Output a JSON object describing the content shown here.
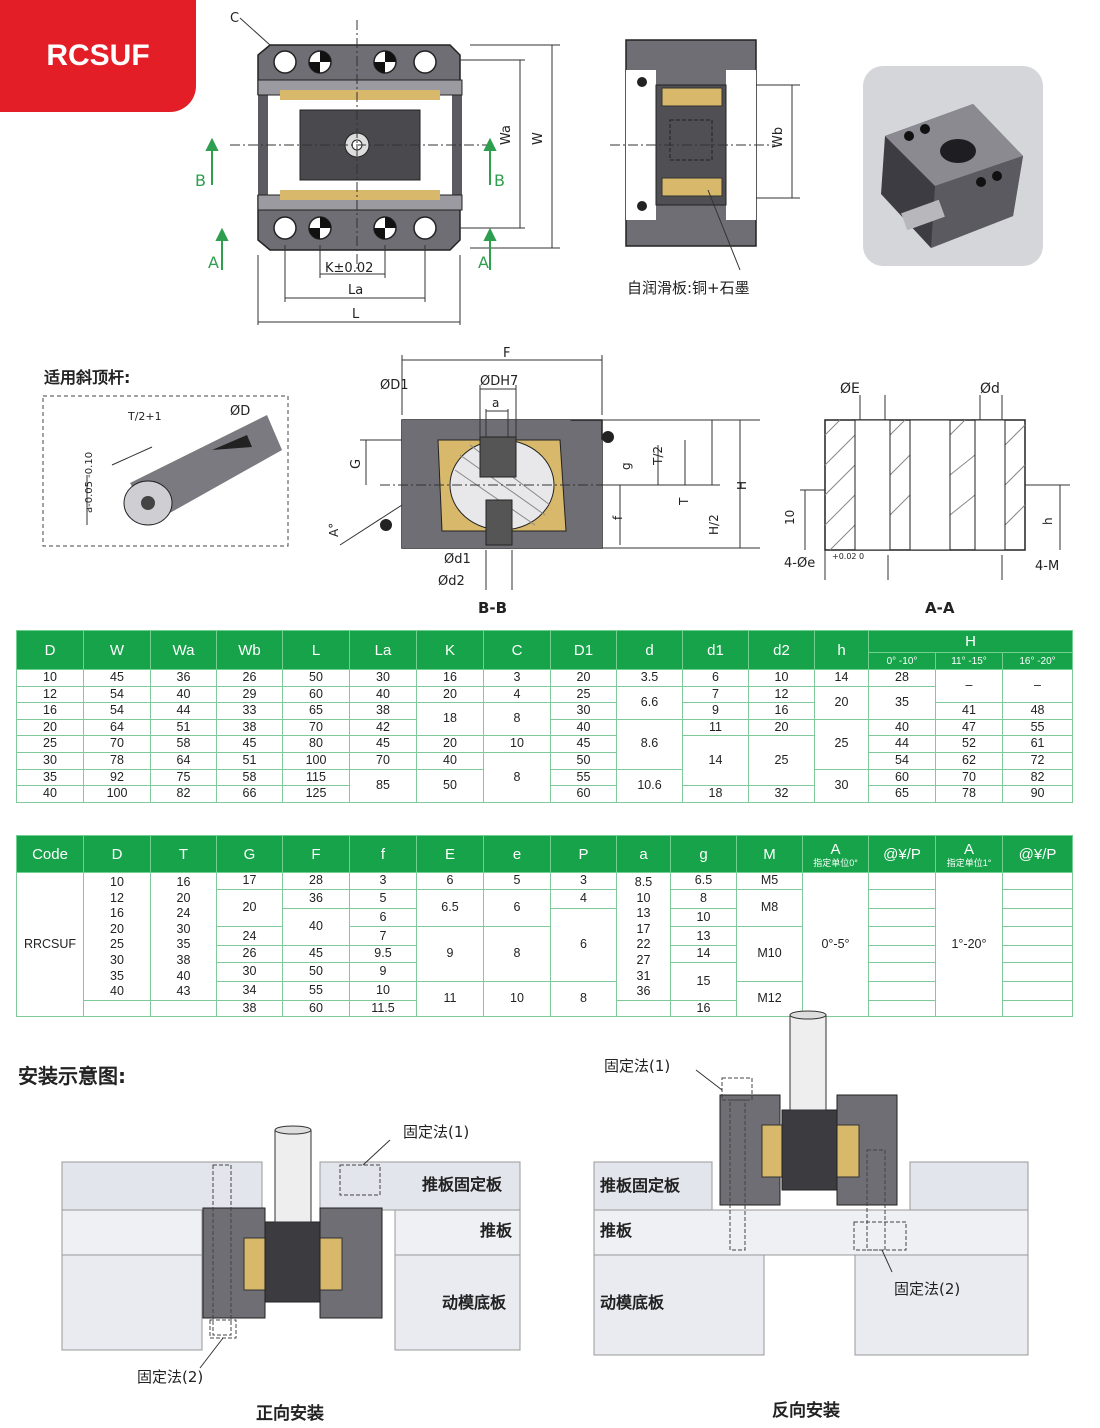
{
  "brand": "RCSUF",
  "drawing": {
    "labels_top": {
      "C": "C",
      "B": "B",
      "A": "A",
      "K": "K±0.02",
      "La": "La",
      "L": "L",
      "Wa": "Wa",
      "W": "W",
      "Wb": "Wb"
    },
    "slide_plate_note": "自润滑板:铜+石墨",
    "applicable_title": "适用斜顶杆:",
    "rod_labels": {
      "t_half": "T/2+1",
      "D": "ØD",
      "a_tol": "a-0.05 -0.10"
    },
    "bb": {
      "F": "F",
      "D1": "ØD1",
      "DH7": "ØDH7",
      "a": "a",
      "G": "G",
      "g": "g",
      "T2": "T/2",
      "T": "T",
      "H2": "H/2",
      "H": "H",
      "f": "f",
      "A": "A°",
      "d1": "Ød1",
      "d2": "Ød2",
      "caption": "B-B"
    },
    "aa": {
      "E": "ØE",
      "d": "Ød",
      "ten": "10",
      "h": "h",
      "e": "4-Øe",
      "e_tol": "+0.02 0",
      "M": "4-M",
      "caption": "A-A"
    }
  },
  "table1": {
    "headers": [
      "D",
      "W",
      "Wa",
      "Wb",
      "L",
      "La",
      "K",
      "C",
      "D1",
      "d",
      "d1",
      "d2",
      "h",
      "H"
    ],
    "h_sub": [
      "0° -10°",
      "11° -15°",
      "16° -20°"
    ],
    "rows": [
      [
        "10",
        "45",
        "36",
        "26",
        "50",
        "30",
        "16",
        "3",
        "20",
        "3.5",
        "6",
        "10",
        "14",
        "28",
        "–",
        "–"
      ],
      [
        "12",
        "54",
        "40",
        "29",
        "60",
        "40",
        "20",
        "4",
        "25",
        "6.6",
        "7",
        "12",
        "20",
        "35",
        "",
        ""
      ],
      [
        "16",
        "54",
        "44",
        "33",
        "65",
        "38",
        "18",
        "8",
        "30",
        "",
        "9",
        "16",
        "",
        "",
        "41",
        "48"
      ],
      [
        "20",
        "64",
        "51",
        "38",
        "70",
        "42",
        "",
        "",
        "40",
        "8.6",
        "11",
        "20",
        "25",
        "40",
        "47",
        "55"
      ],
      [
        "25",
        "70",
        "58",
        "45",
        "80",
        "45",
        "20",
        "10",
        "45",
        "",
        "14",
        "25",
        "",
        "44",
        "52",
        "61"
      ],
      [
        "30",
        "78",
        "64",
        "51",
        "100",
        "70",
        "40",
        "8",
        "50",
        "",
        "",
        "",
        "",
        "54",
        "62",
        "72"
      ],
      [
        "35",
        "92",
        "75",
        "58",
        "115",
        "85",
        "50",
        "",
        "55",
        "10.6",
        "",
        "",
        "30",
        "60",
        "70",
        "82"
      ],
      [
        "40",
        "100",
        "82",
        "66",
        "125",
        "",
        "",
        "",
        "60",
        "",
        "18",
        "32",
        "",
        "65",
        "78",
        "90"
      ]
    ]
  },
  "table2": {
    "headers": [
      "Code",
      "D",
      "T",
      "G",
      "F",
      "f",
      "E",
      "e",
      "P",
      "a",
      "g",
      "M",
      "A",
      "@¥/P",
      "A",
      "@¥/P"
    ],
    "A0_sub": "指定单位0°",
    "A1_sub": "指定单位1°",
    "code": "RRCSUF",
    "D": [
      "10",
      "12",
      "16",
      "20",
      "25",
      "30",
      "35",
      "40"
    ],
    "T": [
      "16",
      "20",
      "24",
      "30",
      "35",
      "38",
      "40",
      "43"
    ],
    "G": [
      "17",
      "20",
      "24",
      "26",
      "30",
      "34",
      "38"
    ],
    "F": [
      "28",
      "36",
      "40",
      "45",
      "50",
      "55",
      "60"
    ],
    "f": [
      "3",
      "5",
      "6",
      "7",
      "9.5",
      "9",
      "10",
      "11.5"
    ],
    "E": [
      "6",
      "6.5",
      "9",
      "11"
    ],
    "e": [
      "5",
      "6",
      "8",
      "10"
    ],
    "P": [
      "3",
      "4",
      "6",
      "8"
    ],
    "a": [
      "8.5",
      "10",
      "13",
      "17",
      "22",
      "27",
      "31",
      "36"
    ],
    "g": [
      "6.5",
      "8",
      "10",
      "13",
      "14",
      "15",
      "16"
    ],
    "M": [
      "M5",
      "M8",
      "M10",
      "M12"
    ],
    "A0": "0°-5°",
    "A1": "1°-20°"
  },
  "install": {
    "title": "安装示意图:",
    "left": {
      "fix1": "固定法(1)",
      "fix2": "固定法(2)",
      "plate1": "推板固定板",
      "plate2": "推板",
      "plate3": "动模底板",
      "caption": "正向安装"
    },
    "right": {
      "fix1": "固定法(1)",
      "fix2": "固定法(2)",
      "plate1": "推板固定板",
      "plate2": "推板",
      "plate3": "动模底板",
      "caption": "反向安装"
    }
  },
  "colors": {
    "brand_red": "#e41e26",
    "table_green": "#16a34a",
    "dim_green": "#2e9e4f"
  }
}
